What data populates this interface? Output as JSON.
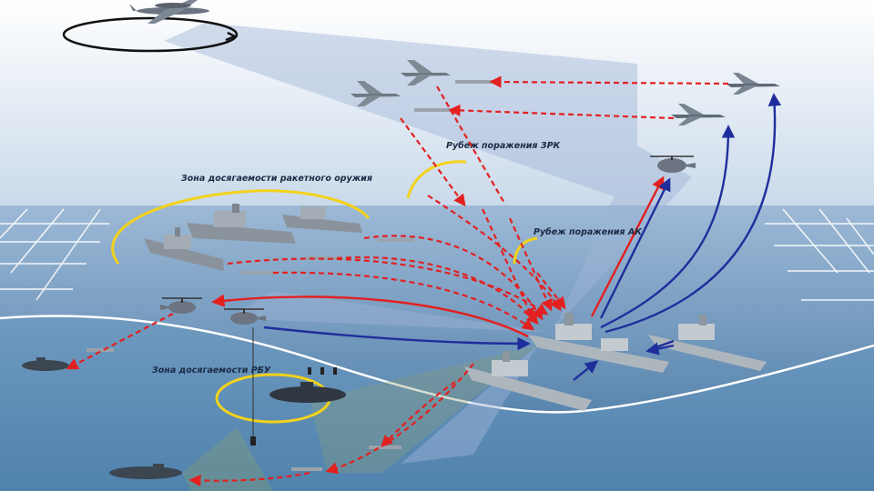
{
  "labels": {
    "missile_zone": "Зона досягаемости ракетного оружия",
    "sam_line": "Рубеж поражения ЗРК",
    "ak_line": "Рубеж поражения АК",
    "rbu_zone": "Зона досягаемости РБУ"
  },
  "colors": {
    "sky_top": "#ffffff",
    "sky_bottom": "#c5d6e8",
    "sea_far": "#8fb0cf",
    "sea_near": "#3d6f9c",
    "underwater": "#5f8fb8",
    "threat_arrow": "#e32020",
    "own_arrow": "#1f2e9c",
    "zone_arc": "#f2d21a",
    "coverage": "#9fb4d6"
  },
  "icons": {
    "awacs": "awacs-aircraft-icon",
    "fighter": "fighter-jet-icon",
    "helicopter": "helicopter-icon",
    "warship": "warship-icon",
    "submarine": "submarine-icon",
    "missile": "missile-icon"
  }
}
